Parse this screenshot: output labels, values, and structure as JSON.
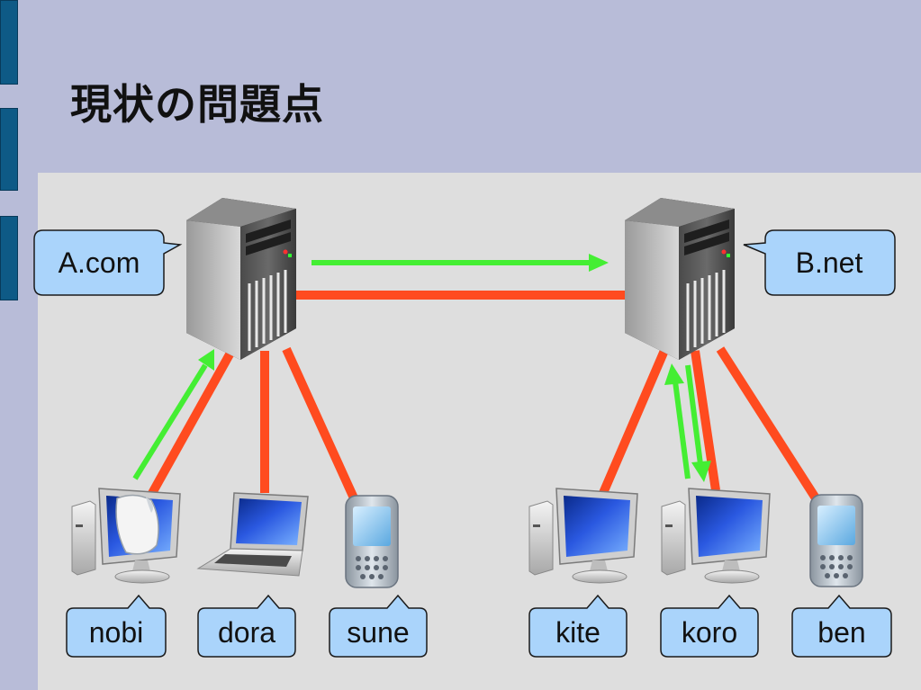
{
  "slide": {
    "title": "現状の問題点"
  },
  "servers": [
    {
      "label": "A.com"
    },
    {
      "label": "B.net"
    }
  ],
  "clients": [
    {
      "label": "nobi",
      "device": "desktop-computer-icon",
      "server": 0,
      "note": "document-icon"
    },
    {
      "label": "dora",
      "device": "laptop-icon",
      "server": 0
    },
    {
      "label": "sune",
      "device": "smartphone-icon",
      "server": 0
    },
    {
      "label": "kite",
      "device": "desktop-computer-icon",
      "server": 1
    },
    {
      "label": "koro",
      "device": "desktop-computer-icon",
      "server": 1
    },
    {
      "label": "ben",
      "device": "smartphone-icon",
      "server": 1
    }
  ],
  "colors": {
    "connection": "#ff4b1f",
    "data_flow": "#44ee33",
    "callout_fill": "#aad4fb",
    "callout_stroke": "#1a1a1a",
    "accent": "#0e5a86"
  }
}
